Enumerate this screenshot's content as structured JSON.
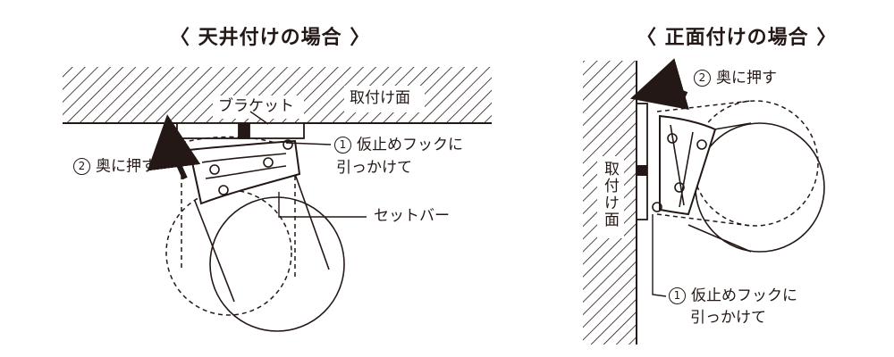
{
  "ceiling_section": {
    "title": "〈 天井付けの場合 〉",
    "surface_label": "取付け面",
    "bracket_label": "ブラケット",
    "set_bar_label": "セットバー",
    "step1": {
      "number": "1",
      "line1": "仮止めフックに",
      "line2": "引っかけて"
    },
    "step2": {
      "number": "2",
      "text": "奥に押す"
    }
  },
  "front_section": {
    "title": "〈 正面付けの場合 〉",
    "surface_label": "取付け面",
    "step1": {
      "number": "1",
      "line1": "仮止めフックに",
      "line2": "引っかけて"
    },
    "step2": {
      "number": "2",
      "text": "奥に押す"
    }
  },
  "colors": {
    "line": "#231815",
    "background": "#ffffff"
  }
}
